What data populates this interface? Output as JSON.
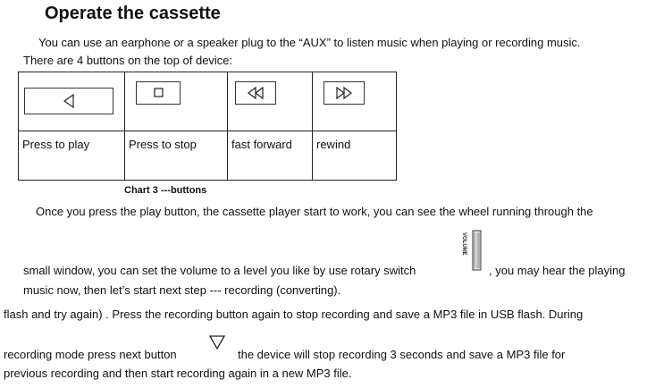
{
  "title": "Operate the cassette",
  "intro": {
    "line1": "You can use an earphone or a speaker plug to the “AUX” to listen music when playing or recording music.",
    "line2": "There are 4 buttons on the top of device:"
  },
  "buttons_table": {
    "cells": [
      {
        "icon": "play-triangle-left-icon",
        "label": "Press to play"
      },
      {
        "icon": "stop-square-icon",
        "label": "Press to stop"
      },
      {
        "icon": "double-left-arrow-icon",
        "label": "fast forward"
      },
      {
        "icon": "double-right-arrow-icon",
        "label": "rewind"
      }
    ],
    "caption": "Chart 3 ---buttons"
  },
  "body": {
    "p1_line1": "Once you press the play button, the cassette player start to work, you can see the wheel running through the",
    "p1_line2a": "small window, you can set the volume to a level you like by use rotary switch",
    "volume_label": "VOLUME",
    "p1_line2b": ", you may hear the playing",
    "p1_line3": "music now, then let’s start next step --- recording (converting).",
    "p2_line1": "flash and try again) . Press the recording button again to stop recording and save a MP3 file in USB flash. During",
    "p2_line2a": "recording mode press next button",
    "p2_line2b": "the device will stop recording 3 seconds and save a MP3 file for",
    "p2_line3": "previous recording and then start recording again in a new MP3 file."
  }
}
